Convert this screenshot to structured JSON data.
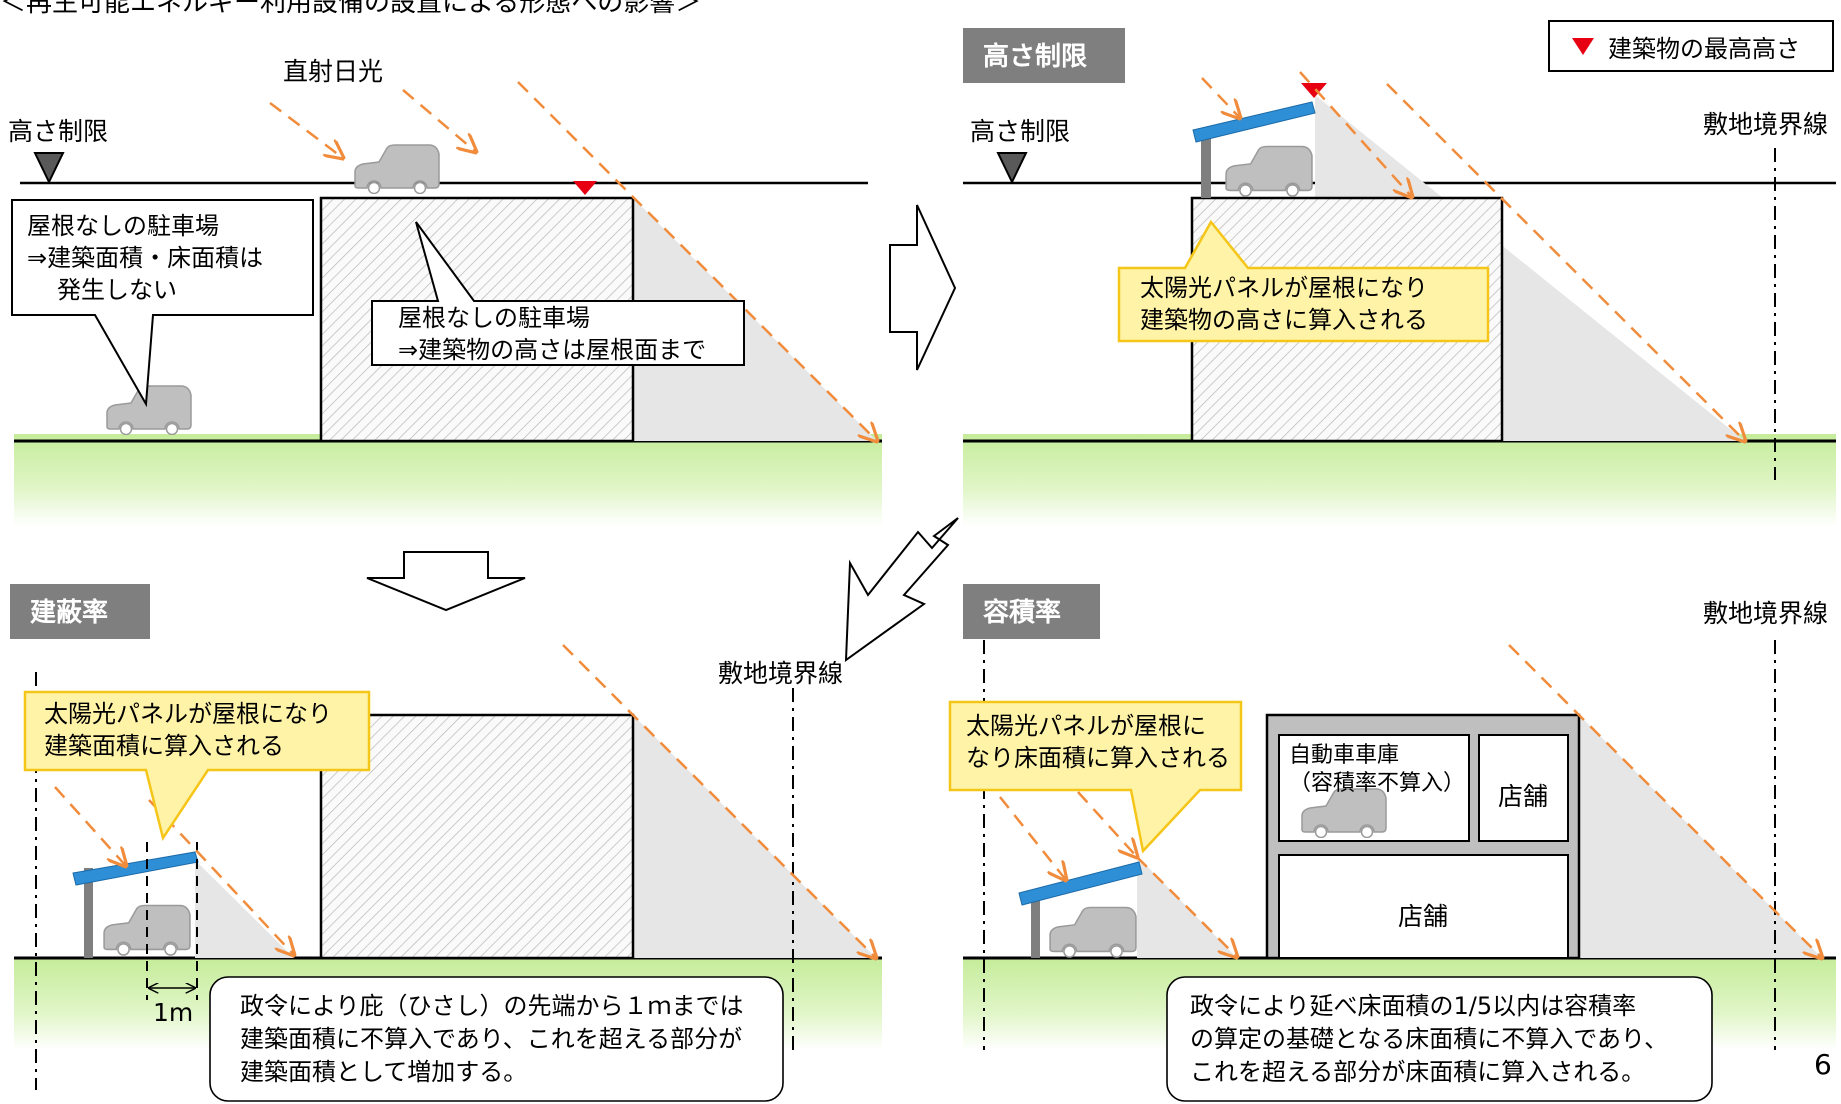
{
  "page_title": "＜再生可能エネルギー利用設備の設置による形態への影響＞",
  "page_number": "6",
  "legend": {
    "label": "建築物の最高高さ"
  },
  "colors": {
    "sun": "#f08c3c",
    "panel": "#2e8fd6",
    "ground": "#c5ec9a",
    "shadow": "#e6e6e6",
    "header_bg": "#7f7f7f",
    "callout_yellow": "#fff3a8",
    "marker": "#e60012"
  },
  "panel_original": {
    "height_limit_label": "高さ制限",
    "sunlight_label": "直射日光",
    "bubble_left": {
      "line1": "屋根なしの駐車場",
      "line2": "⇒建築面積・床面積は",
      "line3": "発生しない"
    },
    "bubble_center": {
      "line1": "屋根なしの駐車場",
      "line2": "⇒建築物の高さは屋根面まで"
    }
  },
  "panel_height": {
    "header": "高さ制限",
    "height_limit_label": "高さ制限",
    "boundary_label": "敷地境界線",
    "callout": {
      "line1": "太陽光パネルが屋根になり",
      "line2": "建築物の高さに算入される"
    }
  },
  "panel_coverage": {
    "header": "建蔽率",
    "boundary_label": "敷地境界線",
    "callout": {
      "line1": "太陽光パネルが屋根になり",
      "line2": "建築面積に算入される"
    },
    "dimension_label": "1m",
    "note": {
      "line1": "政令により庇（ひさし）の先端から１ｍまでは",
      "line2": "建築面積に不算入であり、これを超える部分が",
      "line3": "建築面積として増加する。"
    }
  },
  "panel_far": {
    "header": "容積率",
    "boundary_label": "敷地境界線",
    "callout": {
      "line1": "太陽光パネルが屋根に",
      "line2": "なり床面積に算入される"
    },
    "garage_label": {
      "line1": "自動車車庫",
      "line2": "（容積率不算入）"
    },
    "shop_label_upper": "店舗",
    "shop_label_lower": "店舗",
    "note": {
      "line1": "政令により延べ床面積の1/5以内は容積率",
      "line2": "の算定の基礎となる床面積に不算入であり、",
      "line3": "これを超える部分が床面積に算入される。"
    }
  }
}
